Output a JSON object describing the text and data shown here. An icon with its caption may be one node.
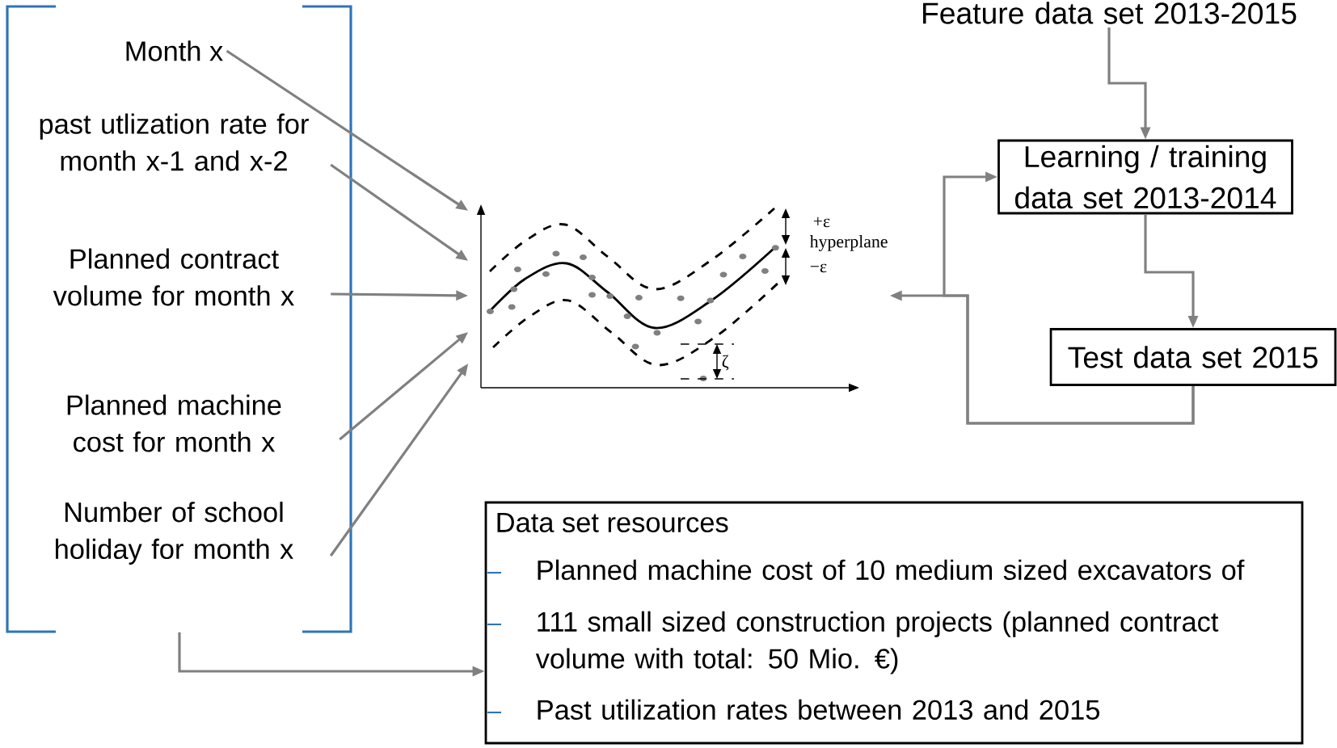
{
  "diagram": {
    "nodes": [
      {
        "text": [],
        "shape": "bracket"
      },
      {
        "text": [
          "Month x"
        ],
        "in": 0
      },
      {
        "text": [
          "past utlization rate for month x-1 and x-2"
        ],
        "in": 0
      },
      {
        "text": [
          "Planned contract volume for month x"
        ],
        "in": 0
      },
      {
        "text": [
          "Planned machine cost for month x"
        ],
        "in": 0
      },
      {
        "text": [
          "Number of school holiday for month x"
        ],
        "in": 0
      },
      {
        "text": [],
        "shape": "picture"
      },
      {
        "text": [
          "Feature data set 2013-2015"
        ]
      },
      {
        "text": [
          "Learning / training data set 2013-2014"
        ]
      },
      {
        "text": [
          "Test data set 2015"
        ]
      },
      {
        "text": [
          "Data set resources",
          "Planned machine cost of 10 medium sized excavators of",
          "111 small sized construction projects (planned contract volume with total: 50 Mio. €)",
          "Past utilization rates between 2013 and 2015"
        ]
      }
    ],
    "edges": [
      {
        "from": 1,
        "to": 6,
        "arrow": "to"
      },
      {
        "from": 2,
        "to": 6,
        "arrow": "to"
      },
      {
        "from": 3,
        "to": 6,
        "arrow": "to"
      },
      {
        "from": 4,
        "to": 6,
        "arrow": "to"
      },
      {
        "from": 5,
        "to": 6,
        "arrow": "to"
      },
      {
        "from": 7,
        "to": 8,
        "arrow": "to"
      },
      {
        "from": 8,
        "to": 9,
        "arrow": "to"
      },
      {
        "from": 9,
        "to": 6,
        "arrow": "to"
      },
      {
        "from": 9,
        "to": 8,
        "arrow": "to"
      },
      {
        "from": 0,
        "to": 10,
        "arrow": "to"
      }
    ],
    "labels": [
      "+ε",
      "hyperplane",
      "−ε",
      "ζ"
    ]
  }
}
